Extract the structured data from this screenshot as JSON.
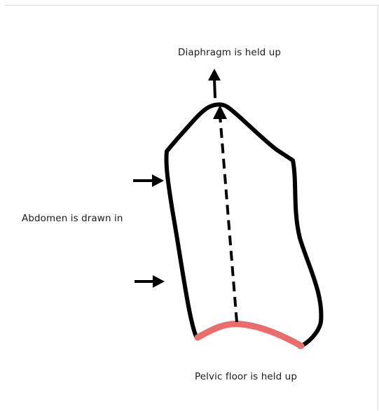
{
  "labels": {
    "diaphragm": "Diaphragm is held up",
    "abdomen": "Abdomen is drawn in",
    "pelvic_floor": "Pelvic floor is held up"
  },
  "colors": {
    "outline": "#000000",
    "pelvic_floor": "#ec6b6b",
    "frame_border": "#d9d9d9",
    "text": "#1a1a1a"
  },
  "icons": [
    "arrow-up-icon",
    "arrow-right-icon",
    "arrow-right-icon",
    "dashed-axis-line"
  ]
}
